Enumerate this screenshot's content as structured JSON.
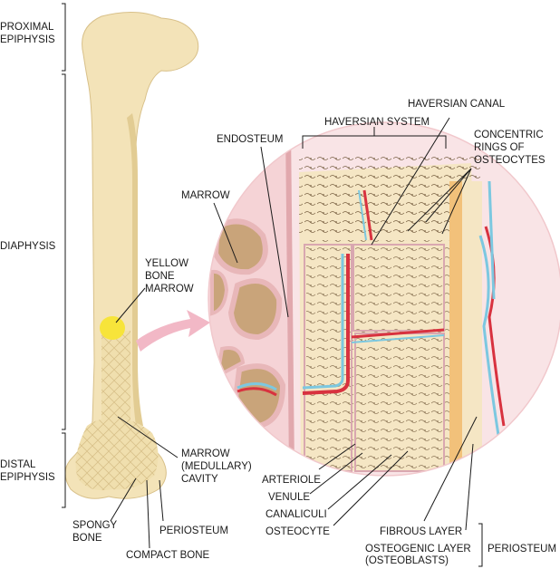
{
  "labels": {
    "proximal_epiphysis": [
      "PROXIMAL",
      "EPIPHYSIS"
    ],
    "diaphysis": "DIAPHYSIS",
    "distal_epiphysis": [
      "DISTAL",
      "EPIPHYSIS"
    ],
    "yellow_bone_marrow": [
      "YELLOW",
      "BONE",
      "MARROW"
    ],
    "marrow_medullary_cavity": [
      "MARROW",
      "(MEDULLARY)",
      "CAVITY"
    ],
    "spongy_bone": [
      "SPONGY",
      "BONE"
    ],
    "periosteum_femur": "PERIOSTEUM",
    "compact_bone": "COMPACT BONE",
    "endosteum": "ENDOSTEUM",
    "marrow": "MARROW",
    "haversian_system": "HAVERSIAN SYSTEM",
    "haversian_canal": "HAVERSIAN CANAL",
    "concentric_rings": [
      "CONCENTRIC",
      "RINGS OF",
      "OSTEOCYTES"
    ],
    "arteriole": "ARTERIOLE",
    "venule": "VENULE",
    "canaliculi": "CANALICULI",
    "osteocyte": "OSTEOCYTE",
    "fibrous_layer": "FIBROUS LAYER",
    "osteogenic_layer": [
      "OSTEOGENIC LAYER",
      "(OSTEOBLASTS)"
    ],
    "periosteum_inset": "PERIOSTEUM"
  },
  "colors": {
    "bone": "#f3e3b8",
    "bone_shadow": "#e2cc93",
    "inset_bg": "#f7d9dc",
    "marrow_cell": "#c9a47a",
    "yellow_marrow": "#f7e43a",
    "artery": "#d8323f",
    "vein": "#7cc8e0",
    "arrow": "#f2b8c6"
  }
}
